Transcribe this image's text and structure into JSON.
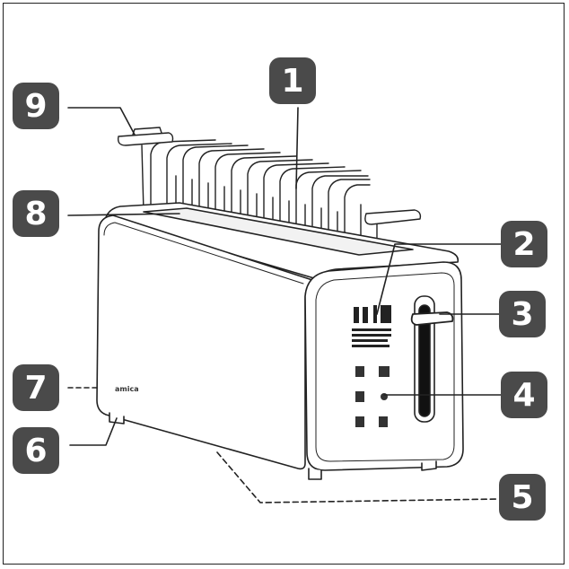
{
  "diagram": {
    "brand_text": "amica",
    "callouts": [
      {
        "id": "1",
        "label": "1"
      },
      {
        "id": "2",
        "label": "2"
      },
      {
        "id": "3",
        "label": "3"
      },
      {
        "id": "4",
        "label": "4"
      },
      {
        "id": "5",
        "label": "5"
      },
      {
        "id": "6",
        "label": "6"
      },
      {
        "id": "7",
        "label": "7"
      },
      {
        "id": "8",
        "label": "8"
      },
      {
        "id": "9",
        "label": "9"
      }
    ],
    "colors": {
      "badge": "#4a4a4a",
      "badge_text": "#ffffff",
      "line": "#222222"
    }
  }
}
